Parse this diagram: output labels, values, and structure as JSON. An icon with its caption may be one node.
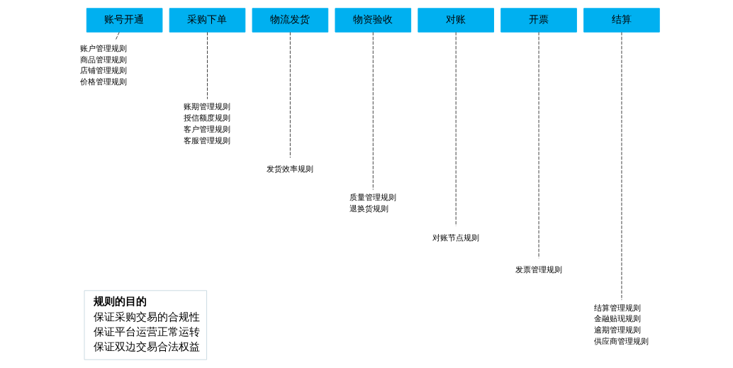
{
  "diagram": {
    "nodes": [
      {
        "text": [
          "账号开通"
        ]
      },
      {
        "text": [
          "采购下单"
        ]
      },
      {
        "text": [
          "物流发货"
        ]
      },
      {
        "text": [
          "物资验收"
        ]
      },
      {
        "text": [
          "对账"
        ]
      },
      {
        "text": [
          "开票"
        ]
      },
      {
        "text": [
          "结算"
        ]
      },
      {
        "text": [
          "账户管理规则",
          "商品管理规则",
          "店铺管理规则",
          "价格管理规则"
        ]
      },
      {
        "text": [
          "账期管理规则",
          "授信额度规则",
          "客户管理规则",
          "客服管理规则"
        ]
      },
      {
        "text": [
          "发货效率规则"
        ]
      },
      {
        "text": [
          "质量管理规则",
          "退换货规则"
        ]
      },
      {
        "text": [
          "对账节点规则"
        ]
      },
      {
        "text": [
          "发票管理规则"
        ]
      },
      {
        "text": [
          "结算管理规则",
          "金融贴现规则",
          "逾期管理规则",
          "供应商管理规则"
        ]
      },
      {
        "text": [
          "规则的目的",
          "保证采购交易的合规性",
          "保证平台运营正常运转",
          "保证双边交易合法权益"
        ]
      }
    ],
    "edges": [
      {
        "from": 0,
        "to": 7,
        "arrow": "none",
        "style": "dashed"
      },
      {
        "from": 1,
        "to": 8,
        "arrow": "none",
        "style": "dashed"
      },
      {
        "from": 2,
        "to": 9,
        "arrow": "none",
        "style": "dashed"
      },
      {
        "from": 3,
        "to": 10,
        "arrow": "none",
        "style": "dashed"
      },
      {
        "from": 4,
        "to": 11,
        "arrow": "none",
        "style": "dashed"
      },
      {
        "from": 5,
        "to": 12,
        "arrow": "none",
        "style": "dashed"
      },
      {
        "from": 6,
        "to": 13,
        "arrow": "none",
        "style": "dashed"
      }
    ]
  }
}
